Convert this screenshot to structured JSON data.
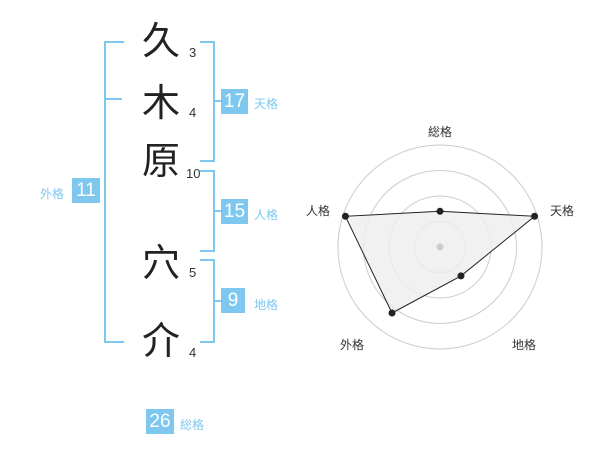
{
  "name": {
    "characters": [
      {
        "char": "久",
        "strokes": "3"
      },
      {
        "char": "木",
        "strokes": "4"
      },
      {
        "char": "原",
        "strokes": "10"
      },
      {
        "char": "穴",
        "strokes": "5"
      },
      {
        "char": "介",
        "strokes": "4"
      }
    ]
  },
  "fortunes": {
    "tenkaku": {
      "value": "17",
      "label": "天格"
    },
    "jinkaku": {
      "value": "15",
      "label": "人格"
    },
    "chikaku": {
      "value": "9",
      "label": "地格"
    },
    "gaikaku": {
      "value": "11",
      "label": "外格"
    },
    "soukaku": {
      "value": "26",
      "label": "総格"
    }
  },
  "colors": {
    "accent": "#7ec8f0",
    "text": "#222222",
    "radar_fill": "#eeeeee"
  },
  "chart_data": {
    "type": "radar",
    "axes": [
      "総格",
      "天格",
      "地格",
      "外格",
      "人格"
    ],
    "rmax": 4,
    "rings": 4,
    "values": [
      1.4,
      3.9,
      1.4,
      3.2,
      3.9
    ]
  }
}
